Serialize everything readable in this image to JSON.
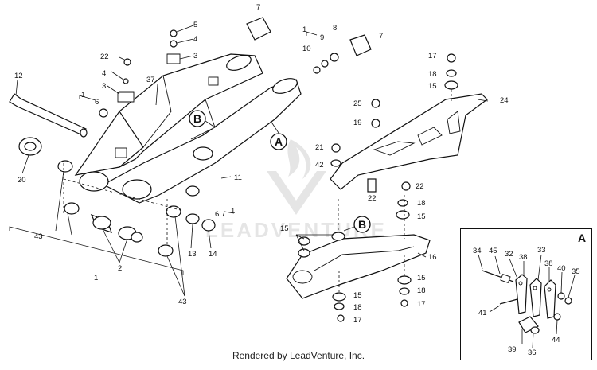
{
  "callouts": {
    "c1a": "1",
    "c1b": "1",
    "c1c": "1",
    "c1d": "1",
    "c2": "2",
    "c3a": "3",
    "c3b": "3",
    "c4a": "4",
    "c4b": "4",
    "c5": "5",
    "c6a": "6",
    "c6b": "6",
    "c7a": "7",
    "c7b": "7",
    "c8": "8",
    "c9": "9",
    "c10": "10",
    "c11": "11",
    "c12": "12",
    "c13": "13",
    "c14": "14",
    "c15a": "15",
    "c15b": "15",
    "c15c": "15",
    "c15d": "15",
    "c15e": "15",
    "c16": "16",
    "c17a": "17",
    "c17b": "17",
    "c17c": "17",
    "c18a": "18",
    "c18b": "18",
    "c18c": "18",
    "c18d": "18",
    "c19": "19",
    "c20": "20",
    "c21": "21",
    "c22a": "22",
    "c22b": "22",
    "c22c": "22",
    "c24": "24",
    "c25": "25",
    "c37": "37",
    "c42": "42",
    "c43a": "43",
    "c43b": "43",
    "c32": "32",
    "c33": "33",
    "c34": "34",
    "c35": "35",
    "c36": "36",
    "c38a": "38",
    "c38b": "38",
    "c39": "39",
    "c40": "40",
    "c41": "41",
    "c44": "44",
    "c45": "45"
  },
  "markers": {
    "a_main": "A",
    "b_main": "B",
    "b_chain": "B",
    "a_inset": "A"
  },
  "watermark": "LEADVENTURE",
  "footer": "Rendered by LeadVenture, Inc."
}
